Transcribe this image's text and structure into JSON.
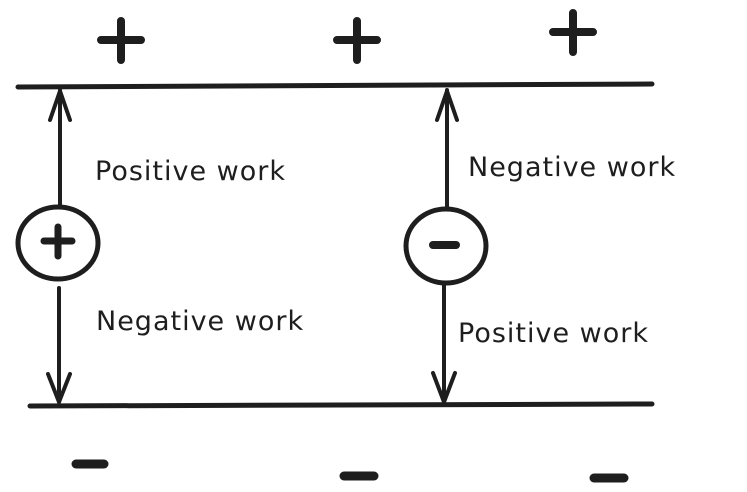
{
  "diagram": {
    "title": "Work done moving charges between charged plates",
    "colors": {
      "ink": "#1e1e1e",
      "background": "#ffffff"
    },
    "top_plate": {
      "charge": "positive",
      "sign_count": 3
    },
    "bottom_plate": {
      "charge": "negative",
      "sign_count": 3
    },
    "charges": [
      {
        "name": "positive-charge",
        "sign": "+",
        "up_label": "Positive work",
        "down_label": "Negative work"
      },
      {
        "name": "negative-charge",
        "sign": "-",
        "up_label": "Negative work",
        "down_label": "Positive work"
      }
    ]
  }
}
